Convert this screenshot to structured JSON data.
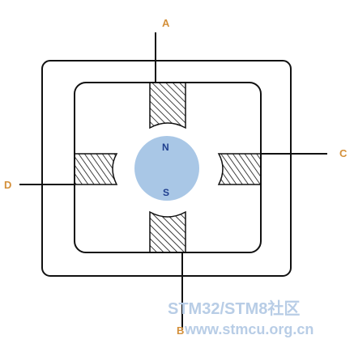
{
  "terminals": {
    "a": "A",
    "b": "B",
    "c": "C",
    "d": "D"
  },
  "rotor": {
    "north": "N",
    "south": "S",
    "color": "#a9c7e6"
  },
  "watermark": {
    "line1": "STM32/STM8社区",
    "line2": "www.stmcu.org.cn"
  },
  "colors": {
    "label": "#d4903a",
    "pole": "#1f3f8f",
    "stroke": "#111111",
    "watermark": "#b8cde6"
  }
}
